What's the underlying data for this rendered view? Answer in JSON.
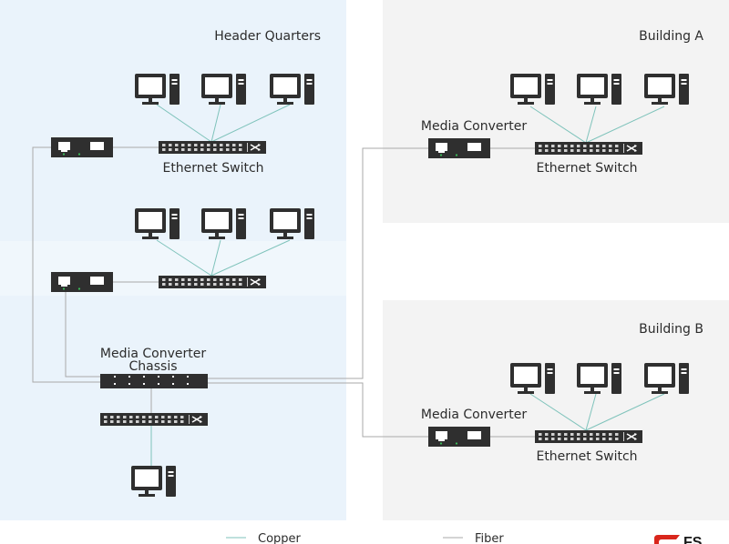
{
  "regions": {
    "hq": "Header Quarters",
    "building_a": "Building A",
    "building_b": "Building B"
  },
  "labels": {
    "hq_switch": "Ethernet Switch",
    "a_switch": "Ethernet Switch",
    "b_switch": "Ethernet Switch",
    "a_converter": "Media Converter",
    "b_converter": "Media Converter",
    "chassis_line1": "Media Converter",
    "chassis_line2": "Chassis"
  },
  "legend": {
    "copper": "Copper",
    "fiber": "Fiber"
  },
  "logo": "FS",
  "colors": {
    "hq_bg": "#eaf3fb",
    "building_bg": "#f3f3f3",
    "device": "#2f2f2f",
    "copper_line": "#7fc3bb",
    "fiber_line": "#a9a9a9",
    "led_green": "#3bbf5a",
    "logo_red": "#d9261c"
  },
  "icons": [
    "computer-icon",
    "ethernet-switch-icon",
    "media-converter-icon",
    "media-converter-chassis-icon"
  ]
}
